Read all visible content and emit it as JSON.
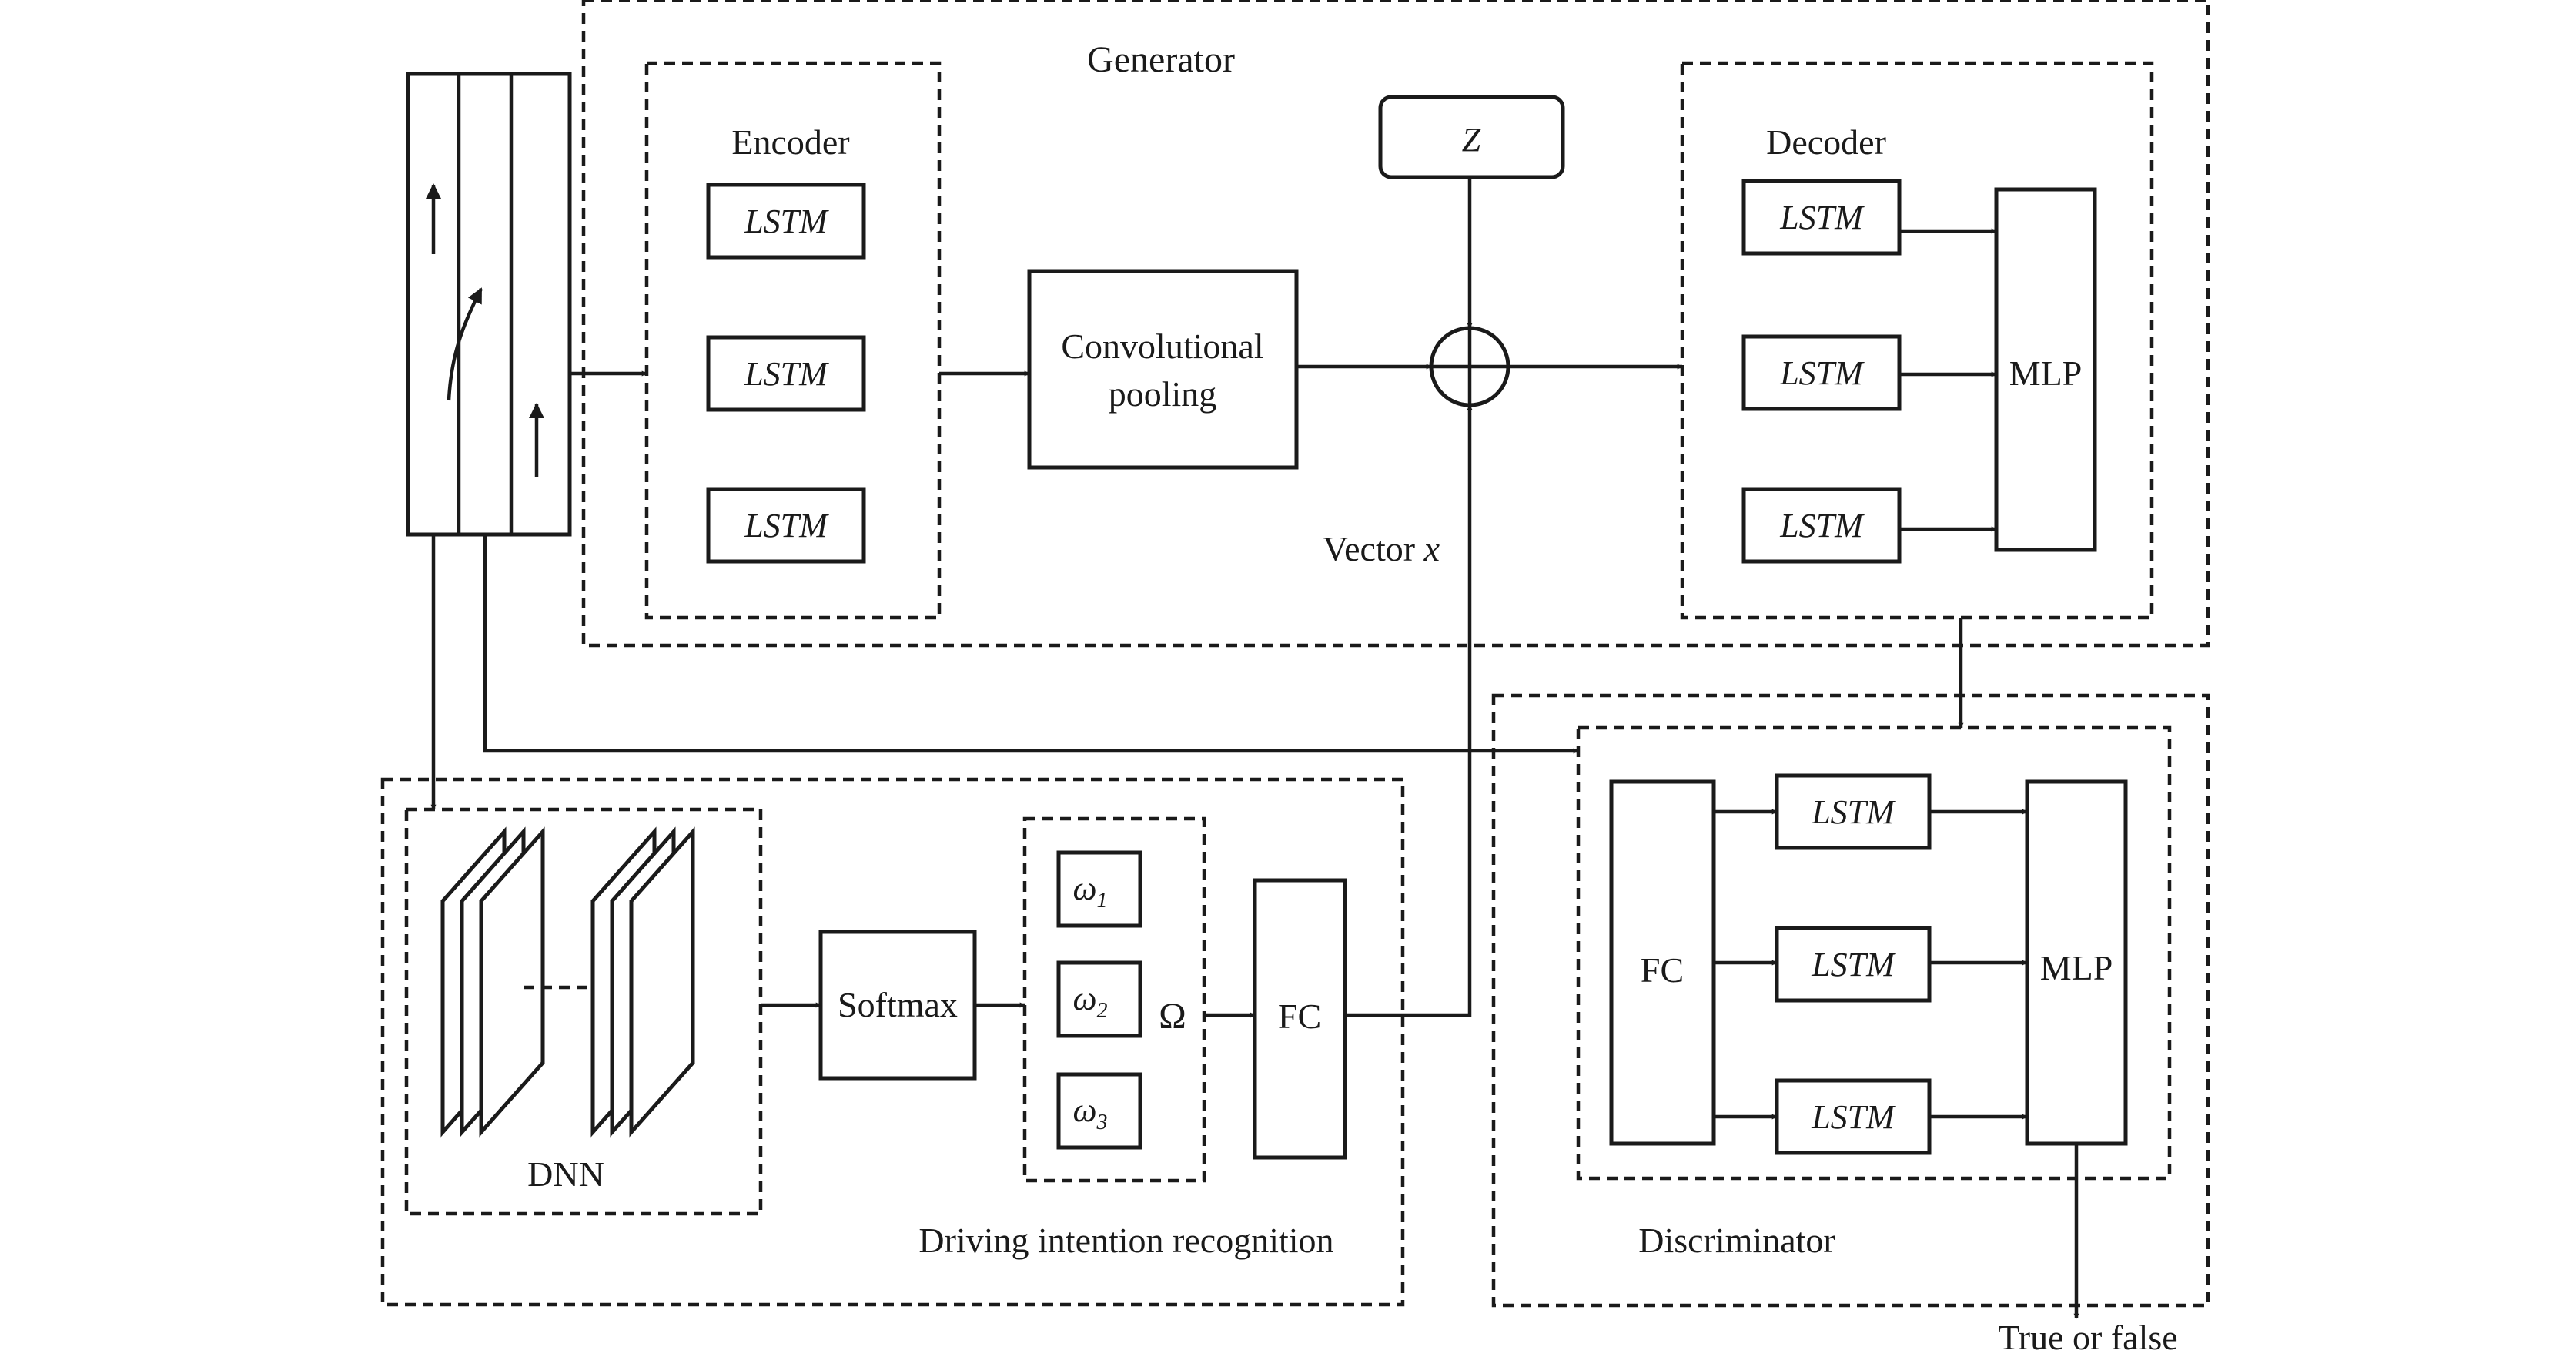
{
  "generator": {
    "title": "Generator"
  },
  "encoder": {
    "title": "Encoder",
    "cells": [
      "LSTM",
      "LSTM",
      "LSTM"
    ]
  },
  "conv_pool": {
    "line1": "Convolutional",
    "line2": "pooling"
  },
  "noise": {
    "label": "Z"
  },
  "vector": {
    "prefix": "Vector ",
    "var": "x"
  },
  "decoder": {
    "title": "Decoder",
    "cells": [
      "LSTM",
      "LSTM",
      "LSTM"
    ],
    "mlp": "MLP"
  },
  "dir": {
    "title": "Driving intention recognition",
    "dnn": "DNN",
    "softmax": "Softmax",
    "omegas": [
      {
        "sym": "ω",
        "sub": "1"
      },
      {
        "sym": "ω",
        "sub": "2"
      },
      {
        "sym": "ω",
        "sub": "3"
      }
    ],
    "omega_cap": "Ω",
    "fc": "FC"
  },
  "discriminator": {
    "title": "Discriminator",
    "fc": "FC",
    "cells": [
      "LSTM",
      "LSTM",
      "LSTM"
    ],
    "mlp": "MLP"
  },
  "output": {
    "label": "True or false"
  }
}
